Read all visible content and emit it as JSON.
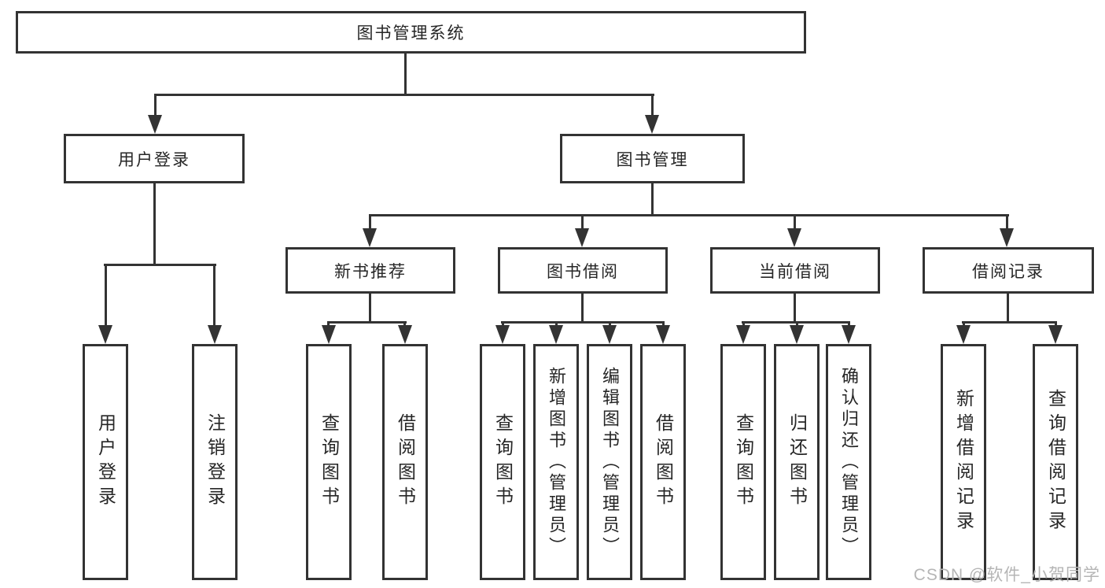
{
  "tree": {
    "label": "图书管理系统",
    "children": [
      {
        "label": "用户登录",
        "children": [
          {
            "label": "用户登录"
          },
          {
            "label": "注销登录"
          }
        ]
      },
      {
        "label": "图书管理",
        "children": [
          {
            "label": "新书推荐",
            "children": [
              {
                "label": "查询图书"
              },
              {
                "label": "借阅图书"
              }
            ]
          },
          {
            "label": "图书借阅",
            "children": [
              {
                "label": "查询图书"
              },
              {
                "label": "新增图书（管理员）"
              },
              {
                "label": "编辑图书（管理员）"
              },
              {
                "label": "借阅图书"
              }
            ]
          },
          {
            "label": "当前借阅",
            "children": [
              {
                "label": "查询图书"
              },
              {
                "label": "归还图书"
              },
              {
                "label": "确认归还（管理员）"
              }
            ]
          },
          {
            "label": "借阅记录",
            "children": [
              {
                "label": "新增借阅记录"
              },
              {
                "label": "查询借阅记录"
              }
            ]
          }
        ]
      }
    ]
  },
  "watermark": "CSDN @软件_小贺同学",
  "colors": {
    "line": "#333333",
    "text": "#262626",
    "watermark": "#b5b5b5",
    "background": "#ffffff"
  }
}
